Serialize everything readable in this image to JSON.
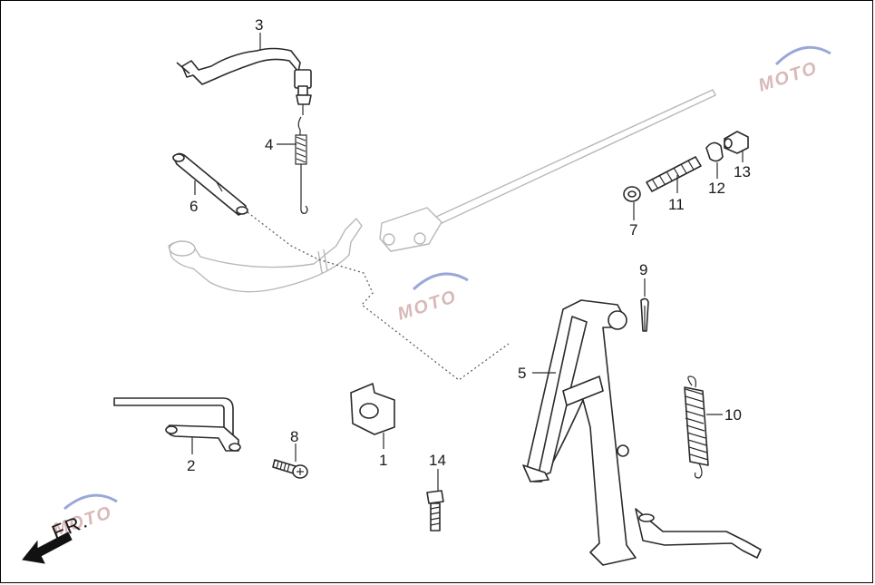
{
  "diagram": {
    "direction_label": "FR.",
    "watermark_text": "MOTO",
    "colors": {
      "line": "#2a2a2a",
      "ghost_line": "#b8b8b8",
      "watermark": "#d9b8b8",
      "watermark_accent": "#9aa8d8"
    },
    "callouts": [
      "1",
      "2",
      "3",
      "4",
      "5",
      "6",
      "7",
      "8",
      "9",
      "10",
      "11",
      "12",
      "13",
      "14"
    ]
  }
}
